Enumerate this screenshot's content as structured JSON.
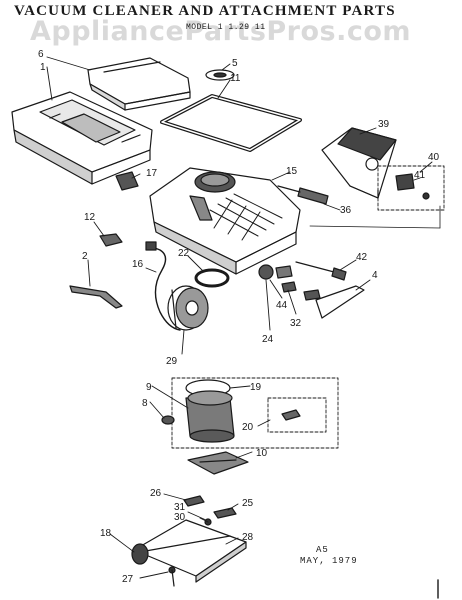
{
  "header": {
    "title": "VACUUM CLEANER AND ATTACHMENT PARTS",
    "subtitle": "MODEL 1 1.29 11",
    "watermark": "AppliancePartsPros.com"
  },
  "stamp": {
    "line1": "A5",
    "line2": "MAY, 1979"
  },
  "parts": [
    {
      "id": "p1",
      "label": "1"
    },
    {
      "id": "p2",
      "label": "2"
    },
    {
      "id": "p4",
      "label": "4"
    },
    {
      "id": "p5",
      "label": "5"
    },
    {
      "id": "p6",
      "label": "6"
    },
    {
      "id": "p8",
      "label": "8"
    },
    {
      "id": "p9",
      "label": "9"
    },
    {
      "id": "p10",
      "label": "10"
    },
    {
      "id": "p11",
      "label": "11"
    },
    {
      "id": "p12",
      "label": "12"
    },
    {
      "id": "p15",
      "label": "15"
    },
    {
      "id": "p16",
      "label": "16"
    },
    {
      "id": "p17",
      "label": "17"
    },
    {
      "id": "p18",
      "label": "18"
    },
    {
      "id": "p19",
      "label": "19"
    },
    {
      "id": "p20",
      "label": "20"
    },
    {
      "id": "p22",
      "label": "22"
    },
    {
      "id": "p24",
      "label": "24"
    },
    {
      "id": "p25",
      "label": "25"
    },
    {
      "id": "p26",
      "label": "26"
    },
    {
      "id": "p27",
      "label": "27"
    },
    {
      "id": "p28",
      "label": "28"
    },
    {
      "id": "p29",
      "label": "29"
    },
    {
      "id": "p30",
      "label": "30"
    },
    {
      "id": "p31",
      "label": "31"
    },
    {
      "id": "p32",
      "label": "32"
    },
    {
      "id": "p36",
      "label": "36"
    },
    {
      "id": "p39",
      "label": "39"
    },
    {
      "id": "p40",
      "label": "40"
    },
    {
      "id": "p41",
      "label": "41"
    },
    {
      "id": "p42",
      "label": "42"
    },
    {
      "id": "p44",
      "label": "44"
    }
  ]
}
